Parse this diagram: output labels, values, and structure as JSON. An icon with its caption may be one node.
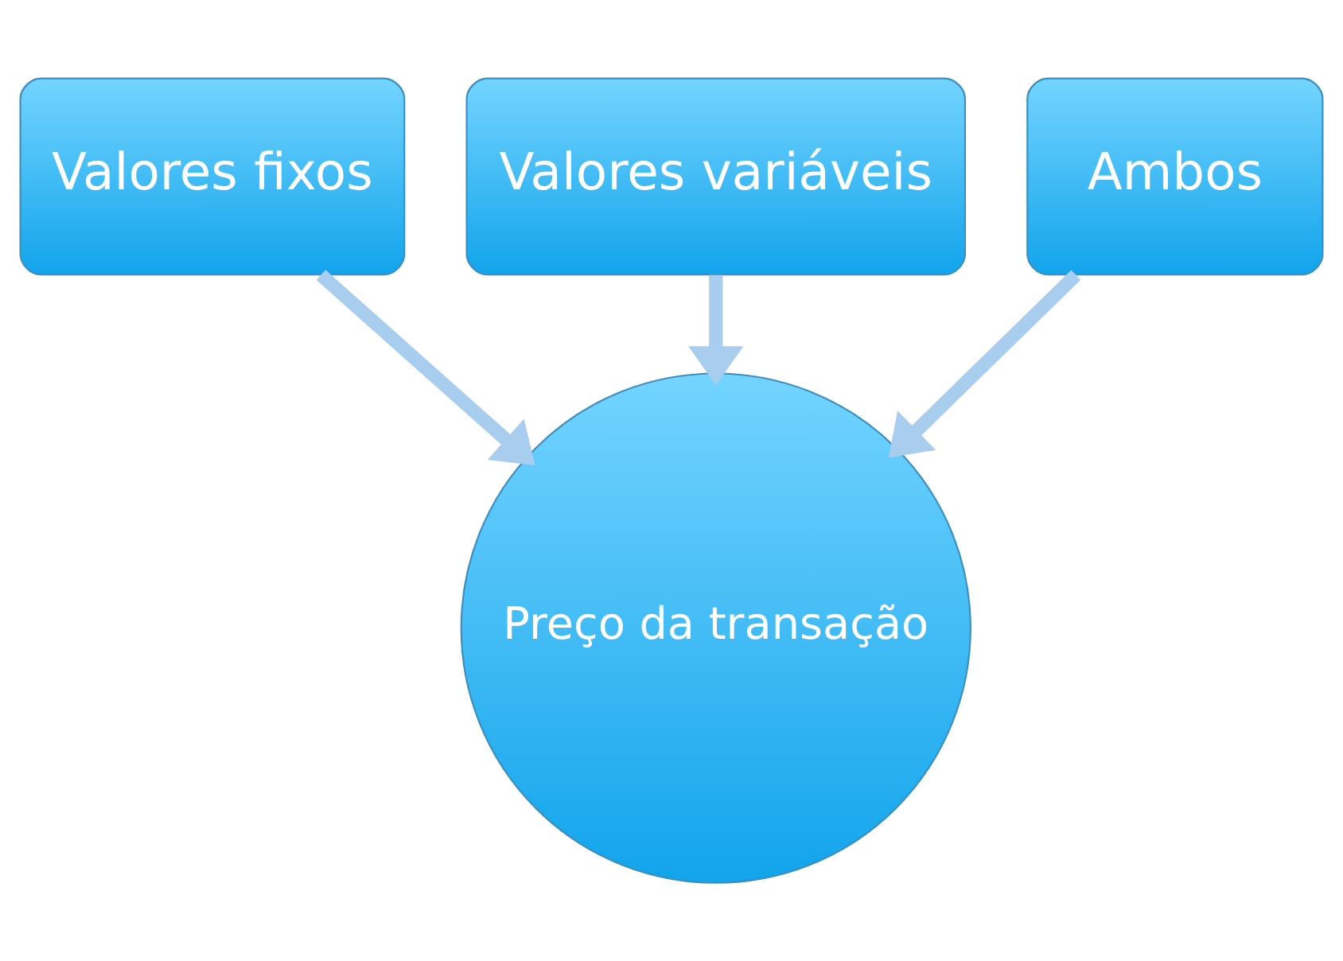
{
  "diagram": {
    "nodes": [
      {
        "text": [
          "Valores fixos"
        ]
      },
      {
        "text": [
          "Valores variáveis"
        ]
      },
      {
        "text": [
          "Ambos"
        ]
      },
      {
        "text": [
          "Preço da transação"
        ]
      }
    ],
    "edges": [
      {
        "from": 0,
        "to": 3,
        "arrow": "to"
      },
      {
        "from": 1,
        "to": 3,
        "arrow": "to"
      },
      {
        "from": 2,
        "to": 3,
        "arrow": "to"
      }
    ]
  }
}
